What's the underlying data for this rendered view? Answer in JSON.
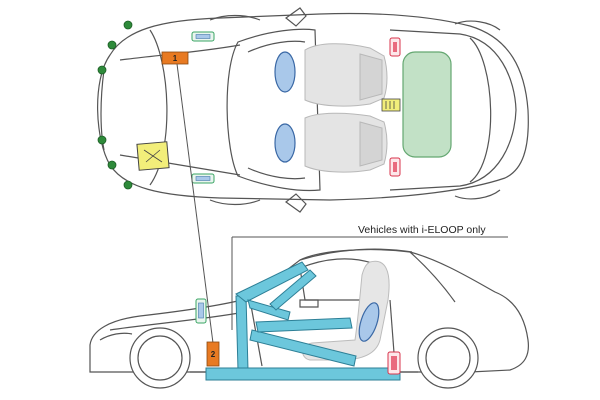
{
  "caption": "Vehicles with i-ELOOP only",
  "markers": {
    "one": "1",
    "two": "2"
  },
  "colors": {
    "outline": "#555555",
    "rescue_marker": "#e87a22",
    "airbag": "#a9c8ea",
    "battery": "#f2ee7a",
    "roll_bar": "#6cc7dc",
    "trunk_panel": "#bfe0c3",
    "sensor_green": "#2e8a3a",
    "pretensioner": "#d8344c",
    "gas_strut": "#3aa564"
  },
  "icons": [
    "battery-icon",
    "airbag-icon",
    "seat-icon",
    "roll-bar-icon",
    "pretensioner-icon",
    "gas-strut-icon",
    "sensor-icon",
    "capacitor-icon"
  ]
}
